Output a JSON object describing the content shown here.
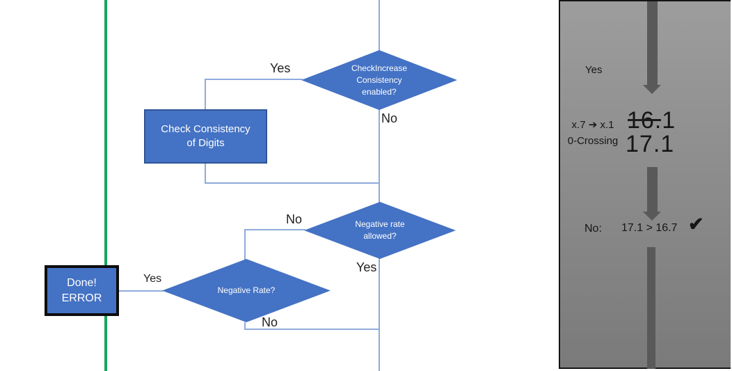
{
  "flowchart": {
    "decision_check_increase": {
      "line1": "CheckIncrease",
      "line2": "Consistency",
      "line3": "enabled?"
    },
    "process_check_consistency": {
      "line1": "Check Consistency",
      "line2": "of Digits"
    },
    "decision_negative_rate_allowed": {
      "line1": "Negative rate",
      "line2": "allowed?"
    },
    "decision_negative_rate": {
      "label": "Negative Rate?"
    },
    "terminal_done_error": {
      "line1": "Done!",
      "line2": "ERROR"
    },
    "edge_labels": {
      "check_increase_yes": "Yes",
      "check_increase_no": "No",
      "neg_rate_allowed_no": "No",
      "neg_rate_allowed_yes": "Yes",
      "neg_rate_yes": "Yes",
      "neg_rate_no": "No"
    }
  },
  "side_panel": {
    "yes_label": "Yes",
    "annotation_line1": "x.7 ➔ x.1",
    "annotation_line2": "0-Crossing",
    "old_value": "16.1",
    "new_value": "17.1",
    "result_prefix": "No:",
    "result_comparison": "17.1 > 16.7",
    "checkmark": "✔"
  },
  "colors": {
    "shape_blue": "#4472C4",
    "connector_blue": "#8FAADC",
    "green_line": "#17A65A",
    "arrow_gray": "#595959"
  }
}
